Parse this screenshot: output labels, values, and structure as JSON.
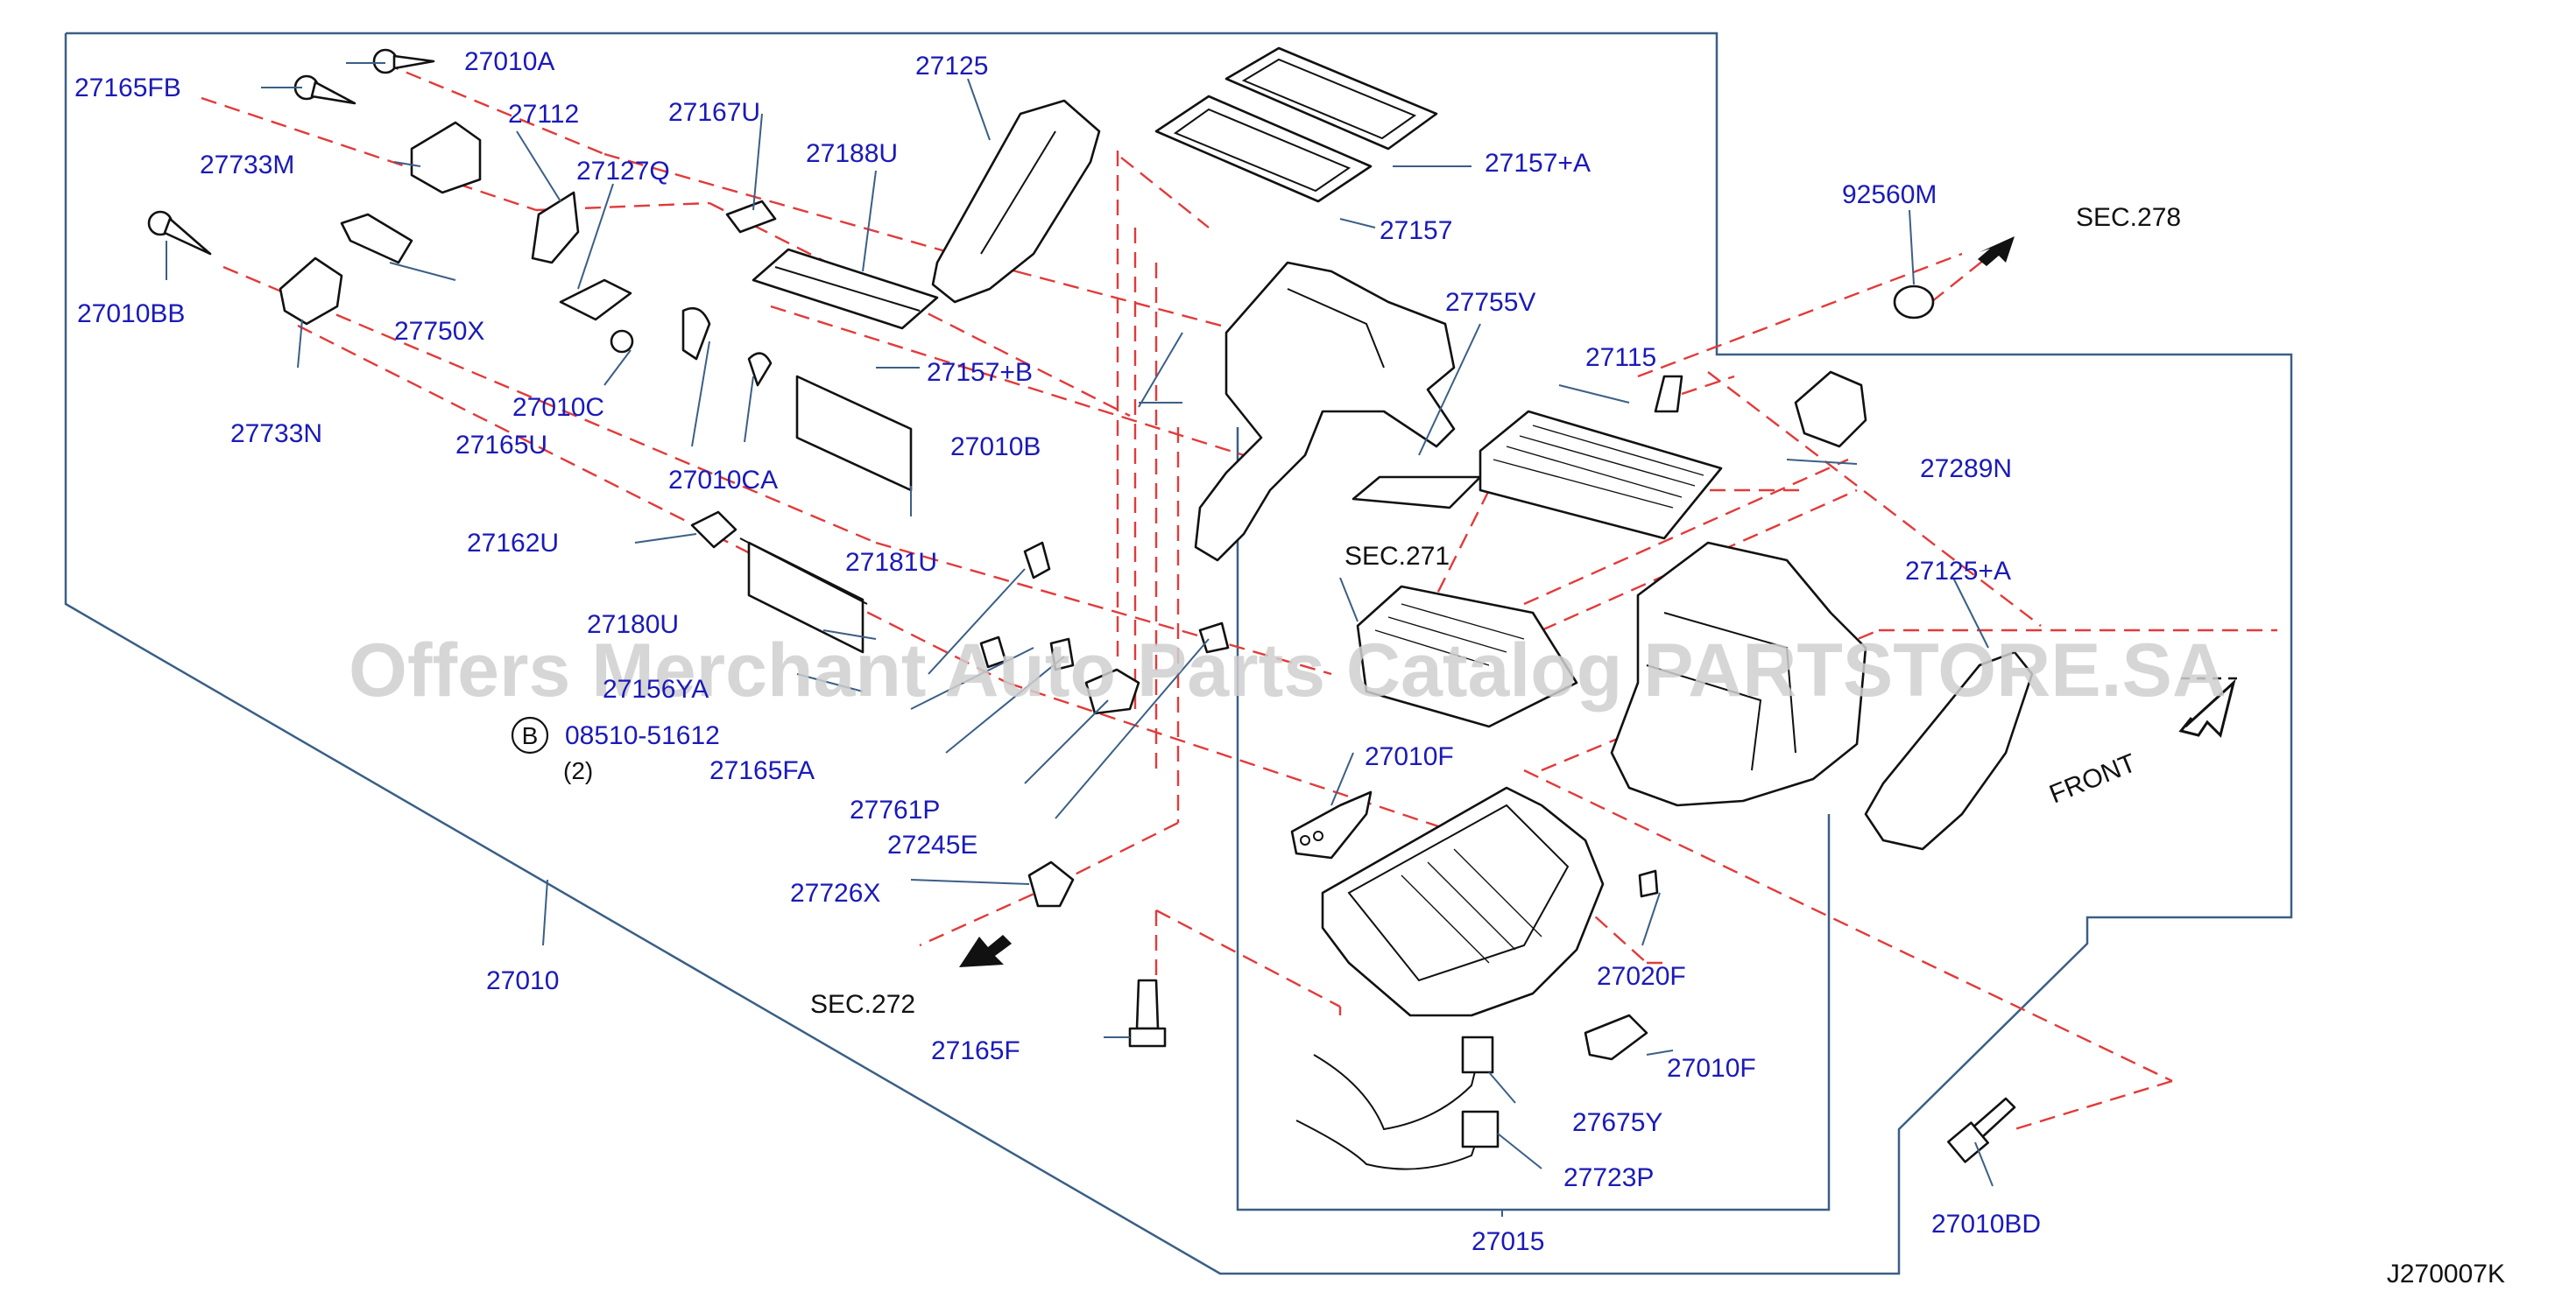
{
  "diagram": {
    "catalog_code": "J270007K",
    "watermark": "Offers Merchant Auto Parts Catalog PARTSTORE.SA",
    "front_label": "FRONT",
    "bolt_note": {
      "circle_letter": "B",
      "part_no": "08510-51612",
      "qty": "(2)"
    },
    "sections": {
      "sec278": "SEC.278",
      "sec271": "SEC.271",
      "sec272": "SEC.272"
    },
    "parts": {
      "p27165FB": "27165FB",
      "p27010A": "27010A",
      "p27112": "27112",
      "p27167U": "27167U",
      "p27125": "27125",
      "p27733M": "27733M",
      "p27127Q": "27127Q",
      "p27188U": "27188U",
      "p27157A": "27157+A",
      "p27157": "27157",
      "p92560M": "92560M",
      "p27010BB": "27010BB",
      "p27750X": "27750X",
      "p27157B": "27157+B",
      "p27755V": "27755V",
      "p27010C": "27010C",
      "p27115": "27115",
      "p27733N": "27733N",
      "p27165U": "27165U",
      "p27010B": "27010B",
      "p27289N": "27289N",
      "p27010CA": "27010CA",
      "p27162U": "27162U",
      "p27181U": "27181U",
      "p27125A": "27125+A",
      "p27180U": "27180U",
      "p27156YA": "27156YA",
      "p27165FA": "27165FA",
      "p27010F_top": "27010F",
      "p27761P": "27761P",
      "p27245E": "27245E",
      "p27726X": "27726X",
      "p27020F": "27020F",
      "p27010": "27010",
      "p27165F": "27165F",
      "p27010F_bot": "27010F",
      "p27675Y": "27675Y",
      "p27723P": "27723P",
      "p27010BD": "27010BD",
      "p27015": "27015"
    }
  }
}
